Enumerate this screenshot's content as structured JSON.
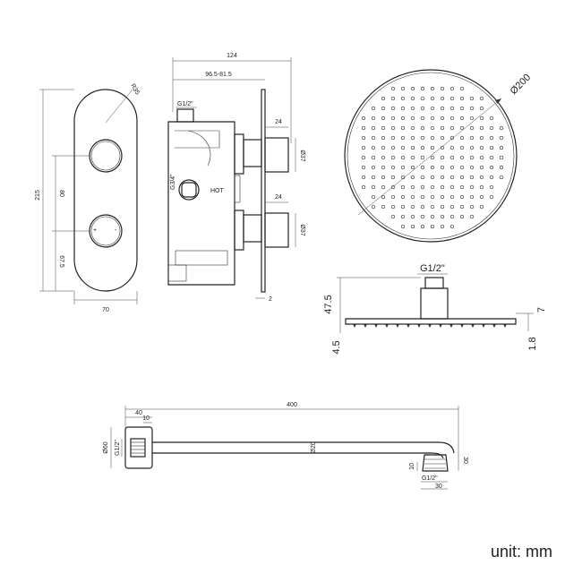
{
  "unit_label": "unit: mm",
  "plate": {
    "radius": "R35",
    "height": "215",
    "knob_spacing": "80",
    "lower_offset": "67.5",
    "width": "70"
  },
  "valve_body": {
    "total_depth": "124",
    "depth_range": "96.5-81.5",
    "thread_top": "G1/2\"",
    "thread_side": "G3/4\"",
    "hot_label": "HOT",
    "spindle_length_1": "24",
    "spindle_dia_1": "Ø37",
    "spindle_length_2": "24",
    "spindle_dia_2": "Ø37",
    "plate_thickness": "2"
  },
  "shower_head": {
    "diameter": "Ø200",
    "thread": "G1/2\"",
    "height": "47.5",
    "base": "4.5",
    "thickness": "7",
    "edge": "1.8"
  },
  "arm": {
    "length": "400",
    "flange_depth": "40",
    "nut_depth": "10",
    "flange_dia": "Ø60",
    "thread_wall": "G1/2\"",
    "pipe_dia": "Ø20",
    "drop": "30",
    "end_thread_len": "10",
    "thread_end": "G1/2\"",
    "end_width": "30"
  }
}
